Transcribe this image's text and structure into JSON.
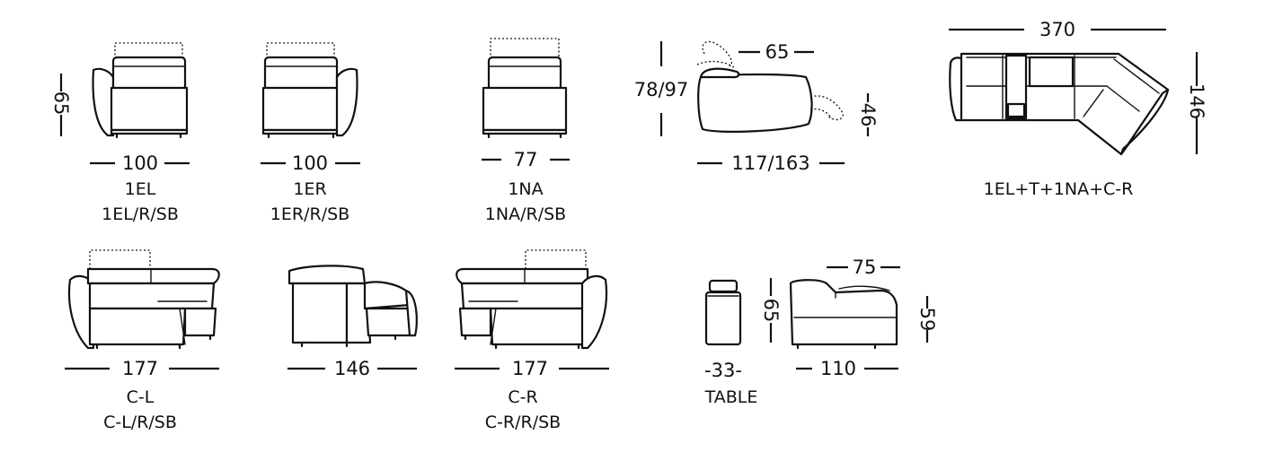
{
  "modules": [
    {
      "code": "1EL",
      "variants": "1EL/R/SB",
      "height": "65",
      "width": "100"
    },
    {
      "code": "1ER",
      "variants": "1ER/R/SB",
      "width": "100"
    },
    {
      "code": "1NA",
      "variants": "1NA/R/SB",
      "width": "77"
    },
    {
      "height": "78/97",
      "depth": "65",
      "extended_depth": "117/163",
      "seat_height": "46"
    },
    {
      "code": "1EL+T+1NA+C-R",
      "width": "370",
      "depth": "146"
    },
    {
      "code": "C-L",
      "variants": "C-L/R/SB",
      "width": "177"
    },
    {
      "width": "146"
    },
    {
      "code": "C-R",
      "variants": "C-R/R/SB",
      "width": "177"
    },
    {
      "code": "TABLE",
      "width": "-33-",
      "height": "65"
    },
    {
      "depth": "75",
      "width": "110",
      "height": "59"
    }
  ]
}
